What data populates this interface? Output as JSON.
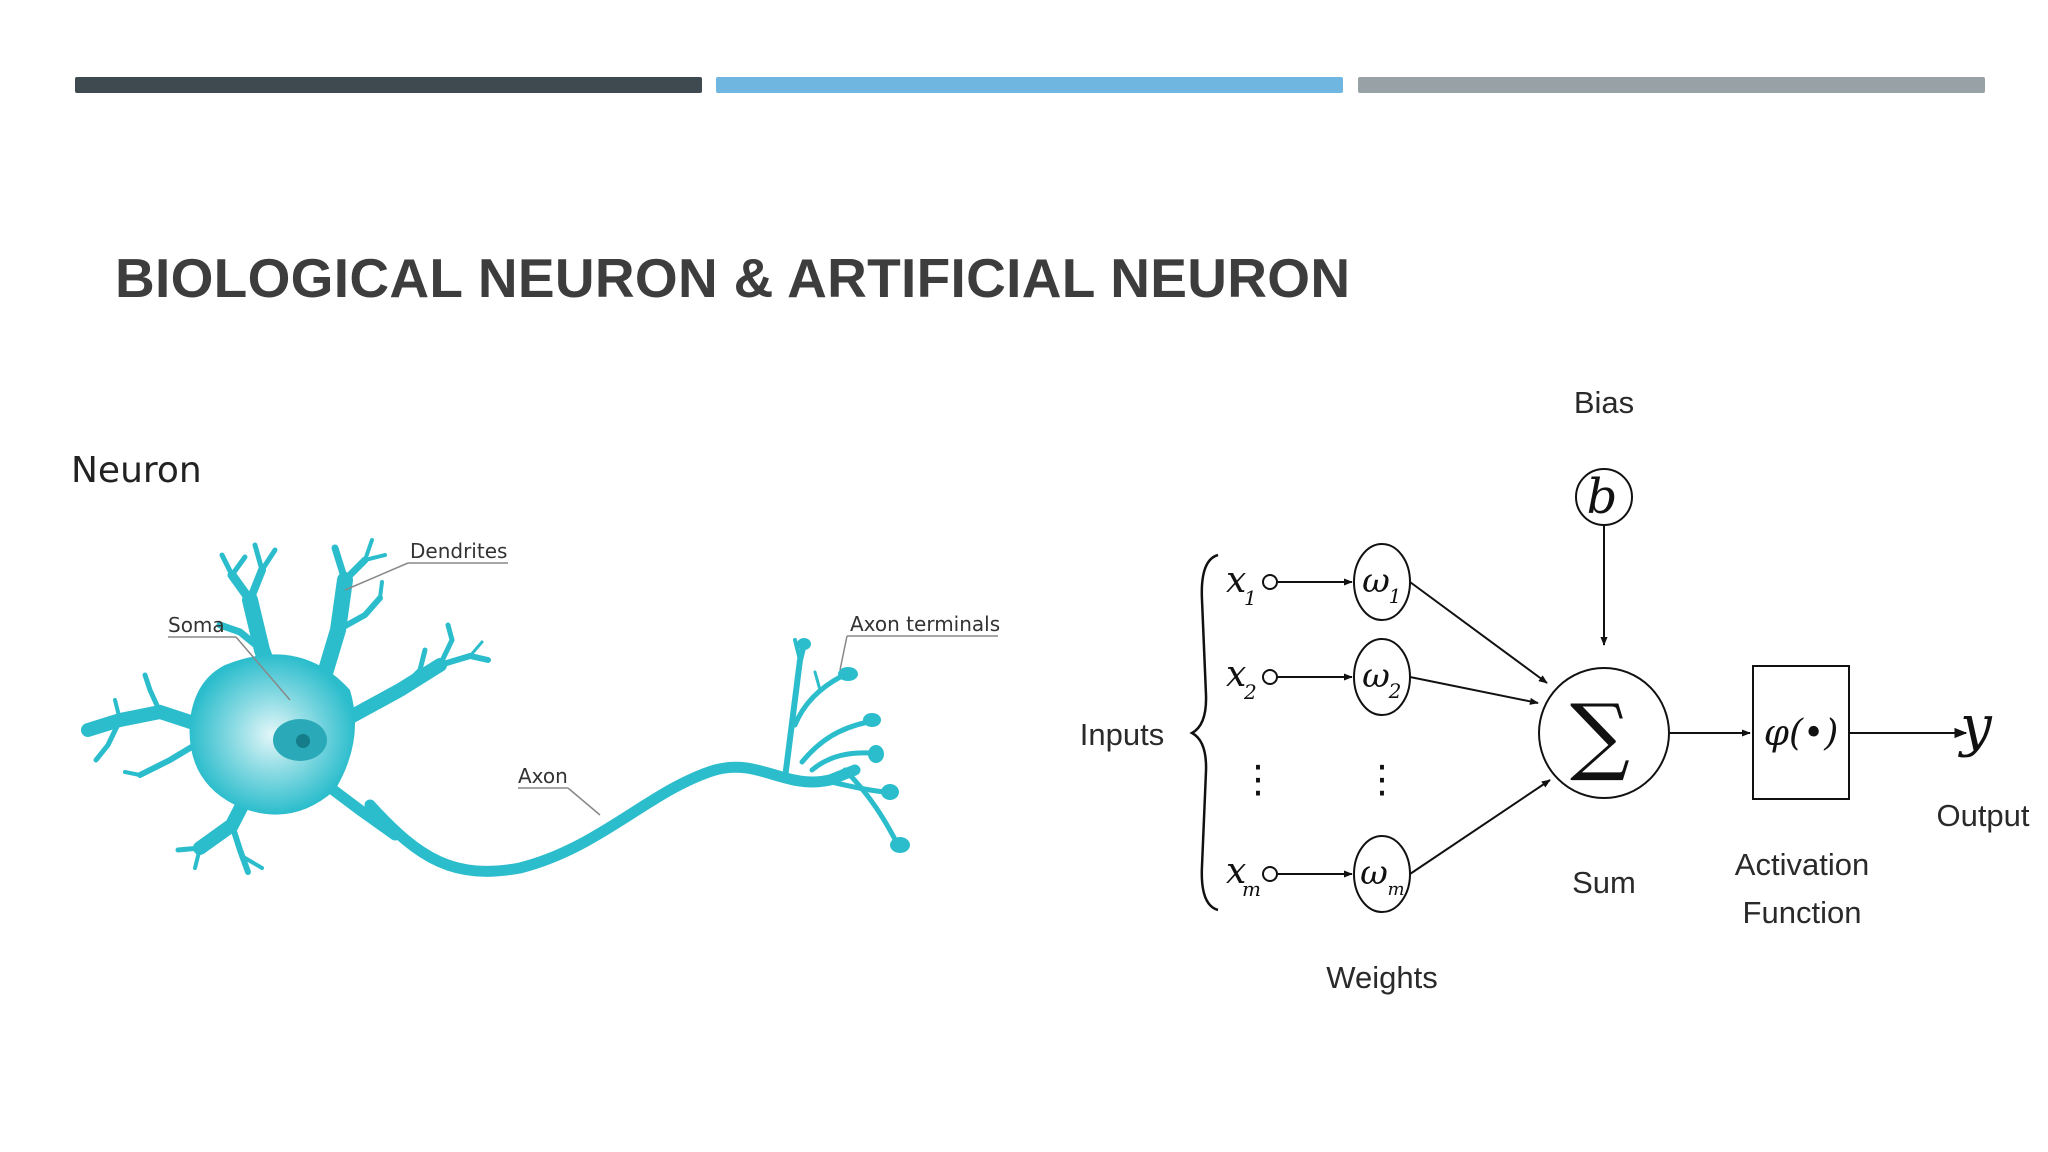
{
  "slide": {
    "title": "BIOLOGICAL NEURON & ARTIFICIAL NEURON",
    "accent_colors": [
      "#3f4a50",
      "#6fb6e1",
      "#97a1a6"
    ]
  },
  "biological": {
    "heading": "Neuron",
    "labels": {
      "dendrites": "Dendrites",
      "soma": "Soma",
      "axon_terminals": "Axon terminals",
      "axon": "Axon"
    },
    "cell_color": "#2bbdcc"
  },
  "artificial": {
    "bias_label": "Bias",
    "bias_symbol": "b",
    "inputs_label": "Inputs",
    "inputs": [
      {
        "symbol": "x",
        "sub": "1"
      },
      {
        "symbol": "x",
        "sub": "2"
      },
      {
        "symbol": "x",
        "sub": "m"
      }
    ],
    "weights": [
      {
        "symbol": "ω",
        "sub": "1"
      },
      {
        "symbol": "ω",
        "sub": "2"
      },
      {
        "symbol": "ω",
        "sub": "m"
      }
    ],
    "ellipsis": "⋮",
    "weights_label": "Weights",
    "sum_symbol": "∑",
    "sum_label": "Sum",
    "activation_symbol": "φ(•)",
    "activation_label_line1": "Activation",
    "activation_label_line2": "Function",
    "output_symbol": "y",
    "output_label": "Output"
  }
}
